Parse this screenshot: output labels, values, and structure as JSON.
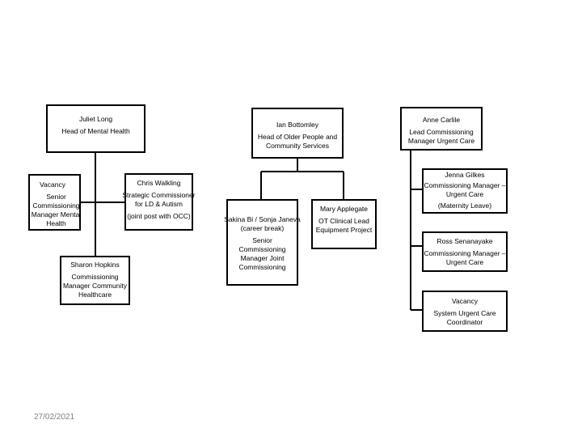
{
  "mental_health": {
    "head": {
      "name": "Juliet Long",
      "role": "Head of Mental Health"
    },
    "vacancy": {
      "name": "Vacancy",
      "role": "Senior Commissioning Manager Mental Health"
    },
    "strategic": {
      "name": "Chris Walkling",
      "role": "Strategic Commissioner for LD & Autism",
      "note": "(joint post with OCC)"
    },
    "community": {
      "name": "Sharon Hopkins",
      "role": "Commissioning Manager Community Healthcare"
    }
  },
  "older_people": {
    "head": {
      "name": "Ian Bottomley",
      "role": "Head of Older People and Community Services"
    },
    "joint": {
      "name": "Sakina Bi / Sonja Janeva (career break)",
      "role": "Senior Commissioning Manager Joint Commissioning"
    },
    "ot": {
      "name": "Mary Applegate",
      "role": "OT Clinical Lead Equipment Project"
    }
  },
  "urgent_care": {
    "head": {
      "name": "Anne Carlile",
      "role": "Lead Commissioning Manager Urgent Care"
    },
    "jenna": {
      "name": "Jenna Gilkes",
      "role": "Commissioning Manager – Urgent Care",
      "note": "(Maternity Leave)"
    },
    "ross": {
      "name": "Ross Senanayake",
      "role": "Commissioning Manager – Urgent Care"
    },
    "vacancy": {
      "name": "Vacancy",
      "role": "System Urgent Care Coordinator"
    }
  },
  "footer": {
    "date": "27/02/2021"
  }
}
